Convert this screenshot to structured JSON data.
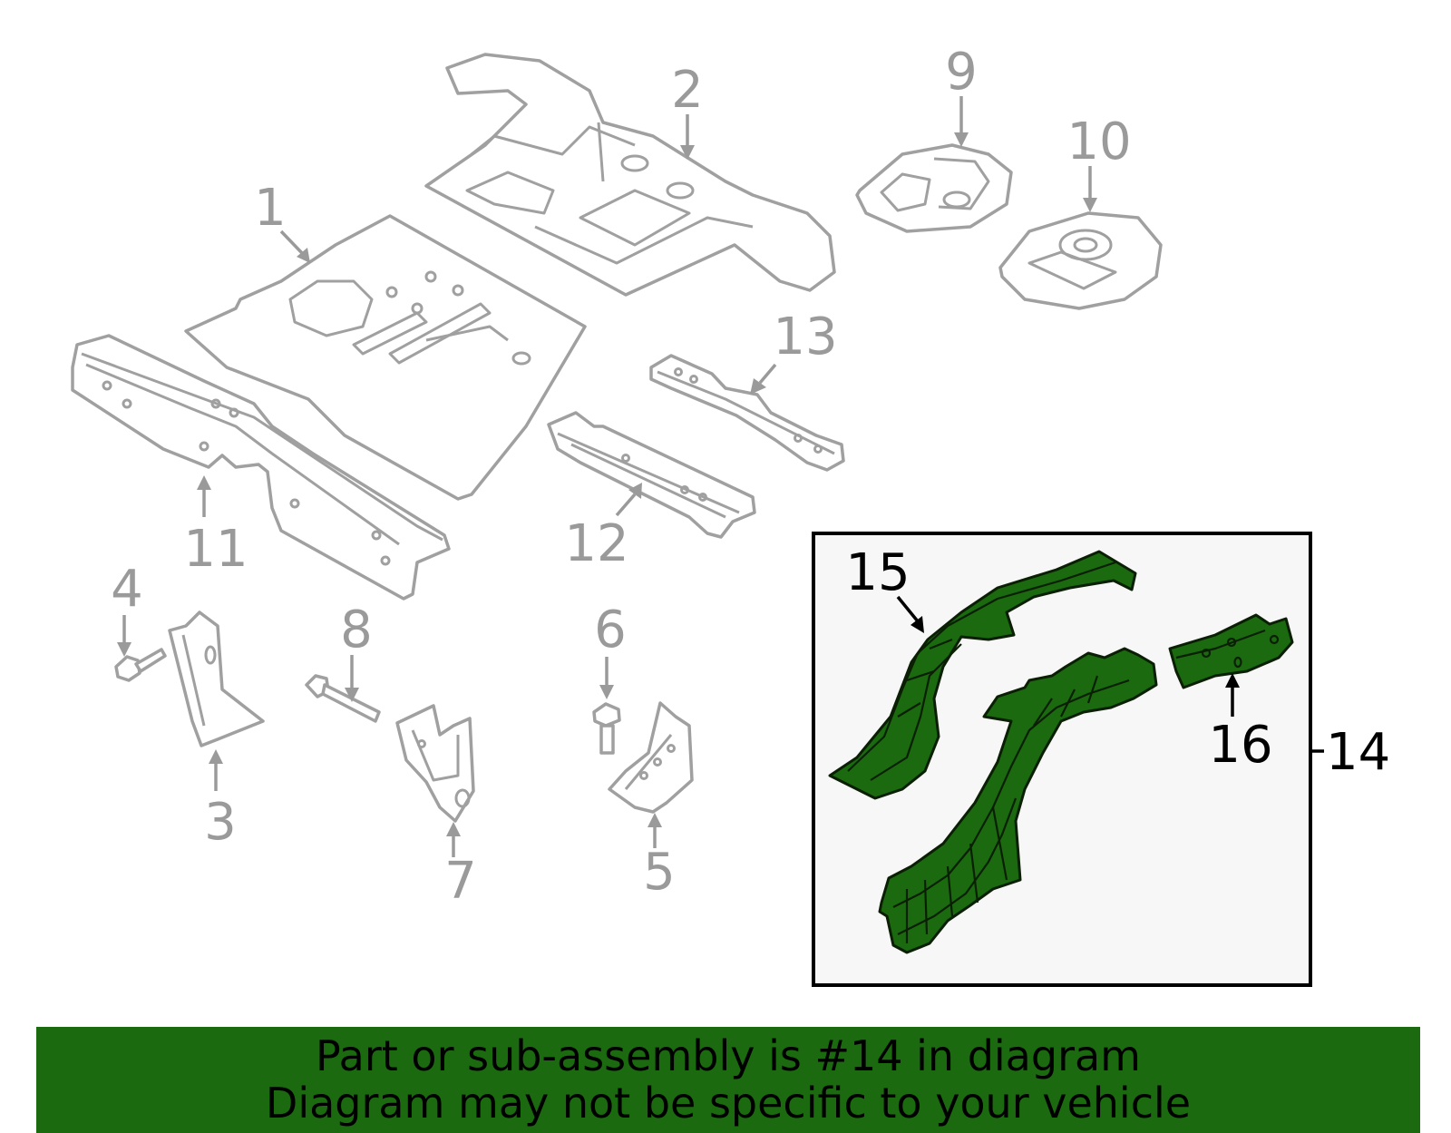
{
  "diagram": {
    "callouts": [
      "1",
      "2",
      "3",
      "4",
      "5",
      "6",
      "7",
      "8",
      "9",
      "10",
      "11",
      "12",
      "13",
      "14",
      "15",
      "16"
    ],
    "highlight_color": "#1b6a0f",
    "highlighted_assembly": "14"
  },
  "banner": {
    "line1": "Part or sub-assembly is #14 in diagram",
    "line2": "Diagram may not be specific to your vehicle",
    "background": "#1b6a0f"
  }
}
